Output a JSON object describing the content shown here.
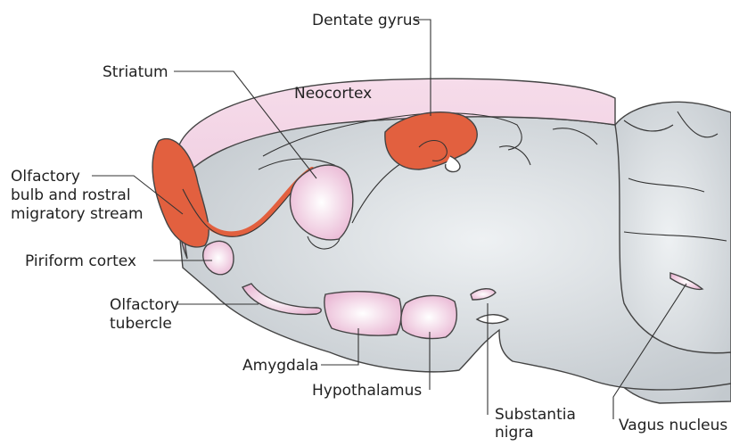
{
  "diagram": {
    "labels": {
      "dentate_gyrus": "Dentate gyrus",
      "striatum": "Striatum",
      "neocortex": "Neocortex",
      "olfactory_bulb_line1": "Olfactory",
      "olfactory_bulb_line2": "bulb and rostral",
      "olfactory_bulb_line3": "migratory stream",
      "piriform_cortex": "Piriform cortex",
      "olfactory_tubercle_line1": "Olfactory",
      "olfactory_tubercle_line2": "tubercle",
      "amygdala": "Amygdala",
      "hypothalamus": "Hypothalamus",
      "substantia_nigra_line1": "Substantia",
      "substantia_nigra_line2": "nigra",
      "vagus_nucleus": "Vagus nucleus"
    },
    "colors": {
      "brain_fill": "#d3d8dc",
      "neocortex": "#f0d2e3",
      "neurogenic_red": "#e2603f",
      "pink_region": "#f3c9e0",
      "outline": "#444444"
    }
  }
}
